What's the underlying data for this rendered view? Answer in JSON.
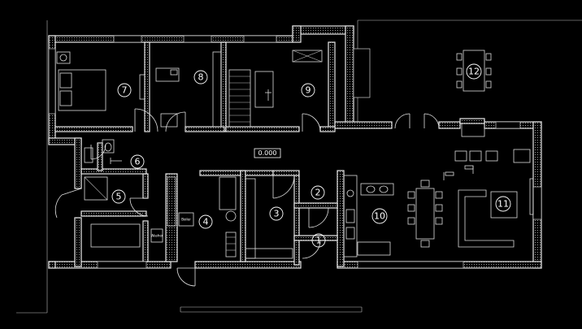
{
  "level_mark": "0.000",
  "rooms": [
    {
      "label": "1"
    },
    {
      "label": "2"
    },
    {
      "label": "3"
    },
    {
      "label": "4"
    },
    {
      "label": "5"
    },
    {
      "label": "6"
    },
    {
      "label": "7"
    },
    {
      "label": "8"
    },
    {
      "label": "9"
    },
    {
      "label": "10"
    },
    {
      "label": "11"
    },
    {
      "label": "12"
    }
  ],
  "appliance_labels": {
    "washer": "Washer",
    "boiler": "Boiler"
  },
  "colors": {
    "background": "#000000",
    "lines": "#e8e8e8"
  }
}
